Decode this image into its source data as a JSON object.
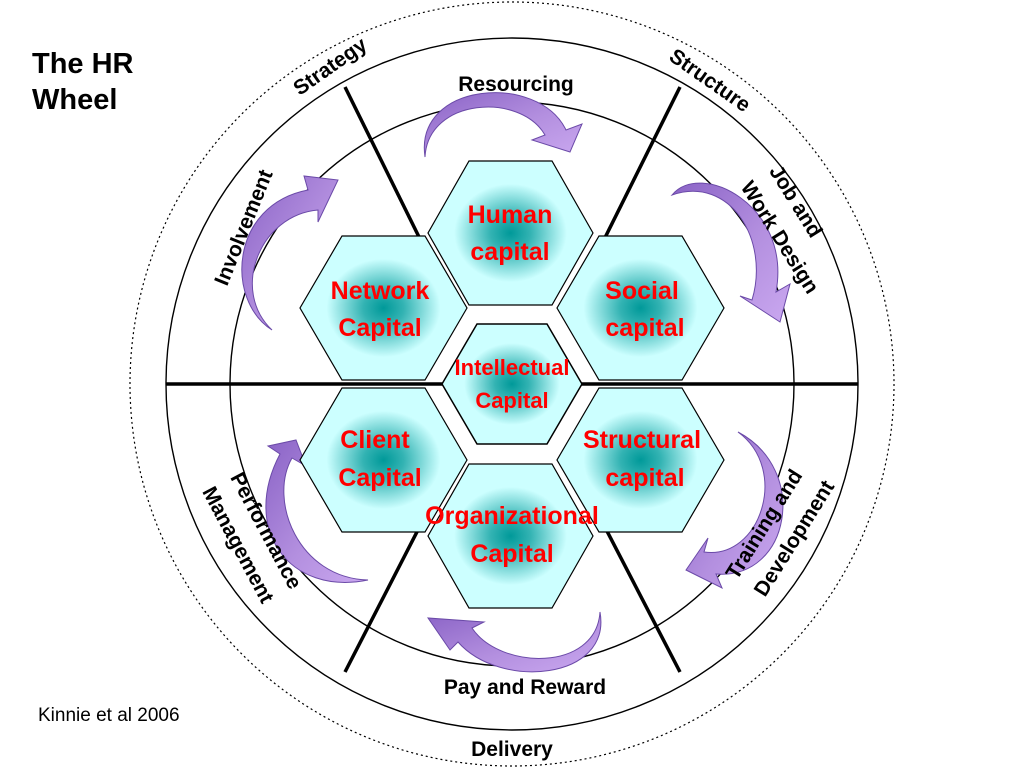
{
  "title": {
    "line1": "The HR",
    "line2": "Wheel"
  },
  "citation": "Kinnie et al 2006",
  "colors": {
    "hex_fill_outer": "#ccffff",
    "hex_fill_center": "#009999",
    "hex_stroke": "#000000",
    "arrow_fill": "#b38fdf",
    "arrow_dark": "#8a63c6",
    "capital_text": "#ff0000",
    "wheel_stroke": "#000000"
  },
  "hr_activities": {
    "strategy": "Strategy",
    "structure": "Structure",
    "resourcing": "Resourcing",
    "job_design_1": "Job and",
    "job_design_2": "Work Design",
    "involvement": "Involvement",
    "training_1": "Training and",
    "training_2": "Development",
    "performance_1": "Performance",
    "performance_2": "Management",
    "pay_reward": "Pay and Reward",
    "delivery": "Delivery"
  },
  "capitals": {
    "human_1": "Human",
    "human_2": "capital",
    "network_1": "Network",
    "network_2": "Capital",
    "social_1": "Social",
    "social_2": "capital",
    "intellectual_1": "Intellectual",
    "intellectual_2": "Capital",
    "client_1": "Client",
    "client_2": "Capital",
    "structural_1": "Structural",
    "structural_2": "capital",
    "organizational_1": "Organizational",
    "organizational_2": "Capital"
  }
}
